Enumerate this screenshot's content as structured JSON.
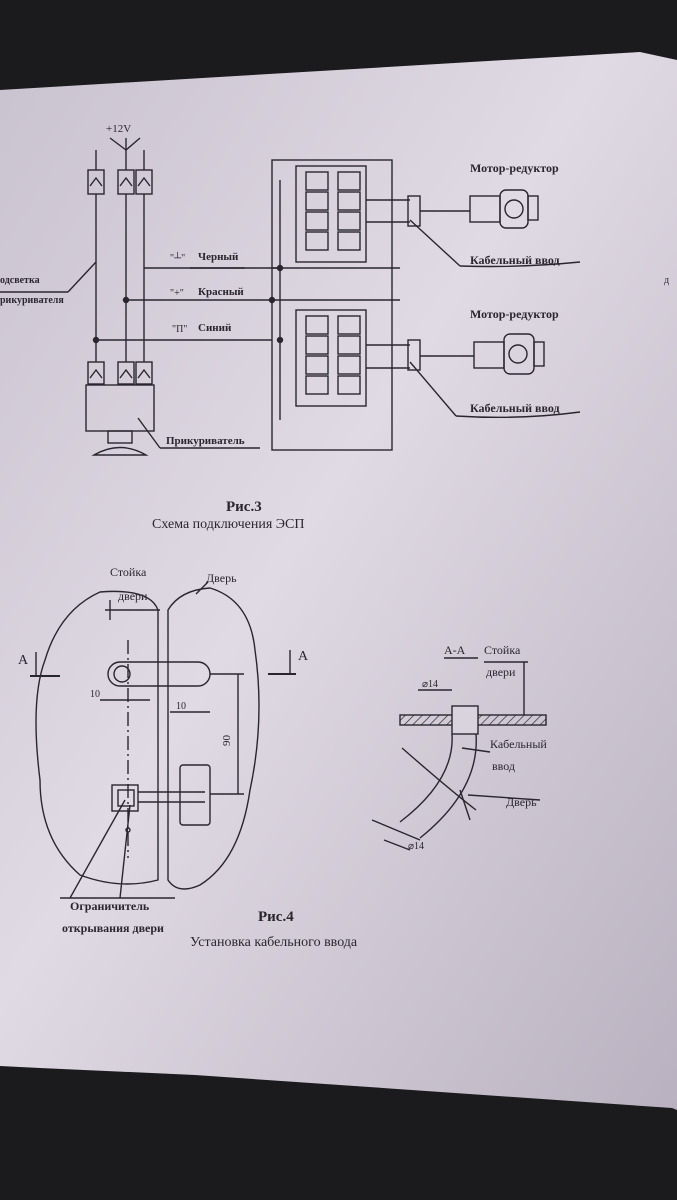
{
  "fig3": {
    "supply_label": "+12V",
    "backlight_label_line1": "одсветка",
    "backlight_label_line2": "рикуривателя",
    "wire_black_marker": "\"┴\"",
    "wire_black_label": "Черный",
    "wire_red_marker": "\"+\"",
    "wire_red_label": "Красный",
    "wire_blue_marker": "\"П\"",
    "wire_blue_label": "Синий",
    "motor_top": "Мотор-редуктор",
    "motor_bottom": "Мотор-редуктор",
    "cable_entry_top": "Кабельный ввод",
    "cable_entry_bottom": "Кабельный ввод",
    "lighter_label": "Прикуриватель",
    "caption_number": "Рис.3",
    "caption_title": "Схема подключения ЭСП",
    "edge_fragment": "д"
  },
  "fig4": {
    "pillar_label_line1": "Стойка",
    "pillar_label_line2": "двери",
    "door_label": "Дверь",
    "section_left": "A",
    "section_right": "A",
    "dim_10_left": "10",
    "dim_10_right": "10",
    "dim_90": "90",
    "limiter_label_line1": "Ограничитель",
    "limiter_label_line2": "открывания двери",
    "caption_number": "Рис.4",
    "caption_title": "Установка кабельного ввода",
    "section_title": "А-А",
    "section_pillar_line1": "Стойка",
    "section_pillar_line2": "двери",
    "diam_top": "⌀14",
    "diam_bottom": "⌀14",
    "section_cable_line1": "Кабельный",
    "section_cable_line2": "ввод",
    "section_door": "Дверь"
  },
  "colors": {
    "paper": "#d9d3de",
    "ink": "#2a2630",
    "background": "#1b1a1d"
  }
}
